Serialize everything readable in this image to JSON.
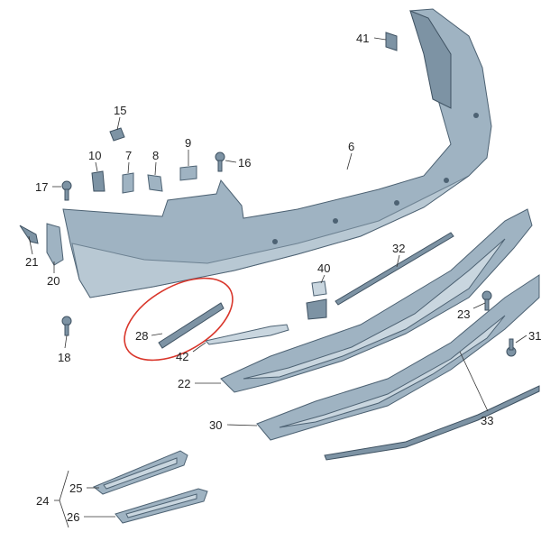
{
  "diagram": {
    "title": "Rear bumper parts diagram",
    "labels": {
      "p41": "41",
      "p15": "15",
      "p10": "10",
      "p7": "7",
      "p8": "8",
      "p9": "9",
      "p16": "16",
      "p6": "6",
      "p17": "17",
      "p21": "21",
      "p20": "20",
      "p18": "18",
      "p28": "28",
      "p42": "42",
      "p32": "32",
      "p40": "40",
      "p23": "23",
      "p31": "31",
      "p22": "22",
      "p30": "30",
      "p33": "33",
      "p25": "25",
      "p24": "24",
      "p26": "26"
    },
    "highlight_color": "#d9362b",
    "part_color": "#9fb3c2"
  }
}
